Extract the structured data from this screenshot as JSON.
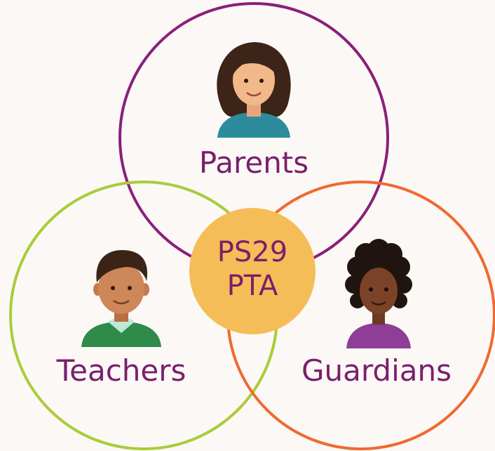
{
  "diagram": {
    "type": "venn",
    "center": {
      "line1": "PS29",
      "line2": "PTA"
    },
    "groups": [
      {
        "label": "Parents",
        "color": "#8a1f7a",
        "icon": "woman-avatar-icon"
      },
      {
        "label": "Teachers",
        "color": "#a9cc3a",
        "icon": "man-avatar-icon"
      },
      {
        "label": "Guardians",
        "color": "#ef6a2e",
        "icon": "woman-curly-hair-avatar-icon"
      }
    ],
    "center_color": "#f5bd57",
    "text_color": "#7a1f6c"
  }
}
